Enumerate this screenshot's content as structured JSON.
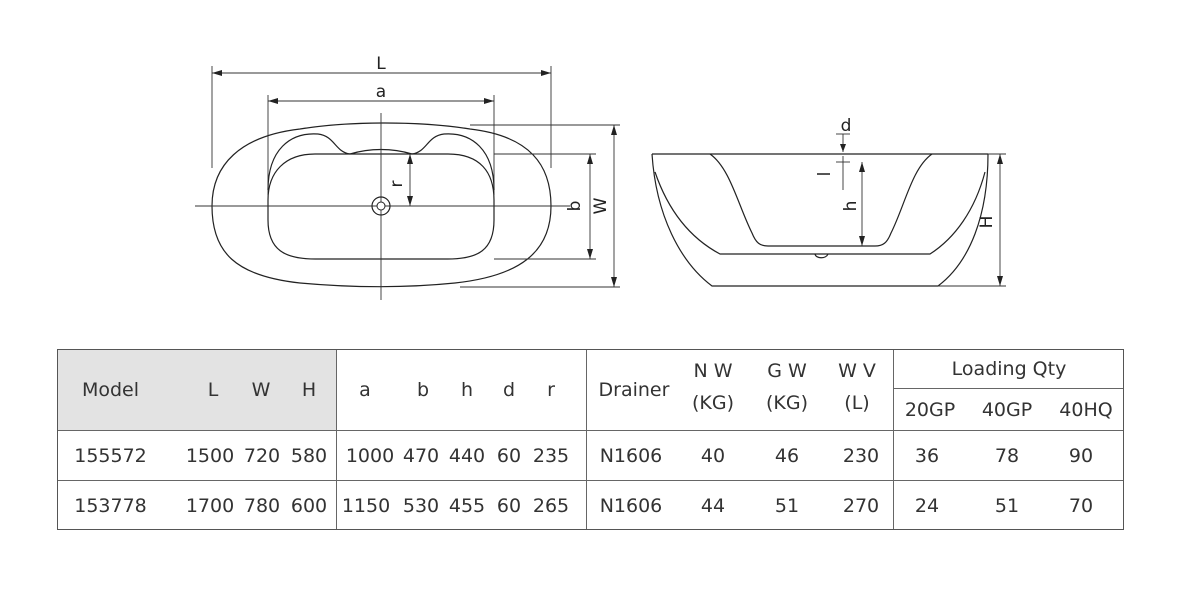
{
  "diagram": {
    "top_view_labels": {
      "L": "L",
      "a": "a",
      "r": "r",
      "b": "b",
      "W": "W"
    },
    "side_view_labels": {
      "d": "d",
      "l": "l",
      "h": "h",
      "H": "H"
    }
  },
  "table": {
    "headers": {
      "model": "Model",
      "L": "L",
      "W": "W",
      "H": "H",
      "a": "a",
      "b": "b",
      "h": "h",
      "d": "d",
      "r": "r",
      "drainer": "Drainer",
      "nw_top": "N W",
      "nw_bottom": "(KG)",
      "gw_top": "G W",
      "gw_bottom": "(KG)",
      "wv_top": "W V",
      "wv_bottom": "(L)",
      "loading": "Loading Qty",
      "gp20": "20GP",
      "gp40": "40GP",
      "hq40": "40HQ"
    },
    "rows": [
      {
        "model": "155572",
        "L": "1500",
        "W": "720",
        "H": "580",
        "a": "1000",
        "b": "470",
        "h": "440",
        "d": "60",
        "r": "235",
        "drainer": "N1606",
        "nw": "40",
        "gw": "46",
        "wv": "230",
        "gp20": "36",
        "gp40": "78",
        "hq40": "90"
      },
      {
        "model": "153778",
        "L": "1700",
        "W": "780",
        "H": "600",
        "a": "1150",
        "b": "530",
        "h": "455",
        "d": "60",
        "r": "265",
        "drainer": "N1606",
        "nw": "44",
        "gw": "51",
        "wv": "270",
        "gp20": "24",
        "gp40": "51",
        "hq40": "70"
      }
    ]
  }
}
